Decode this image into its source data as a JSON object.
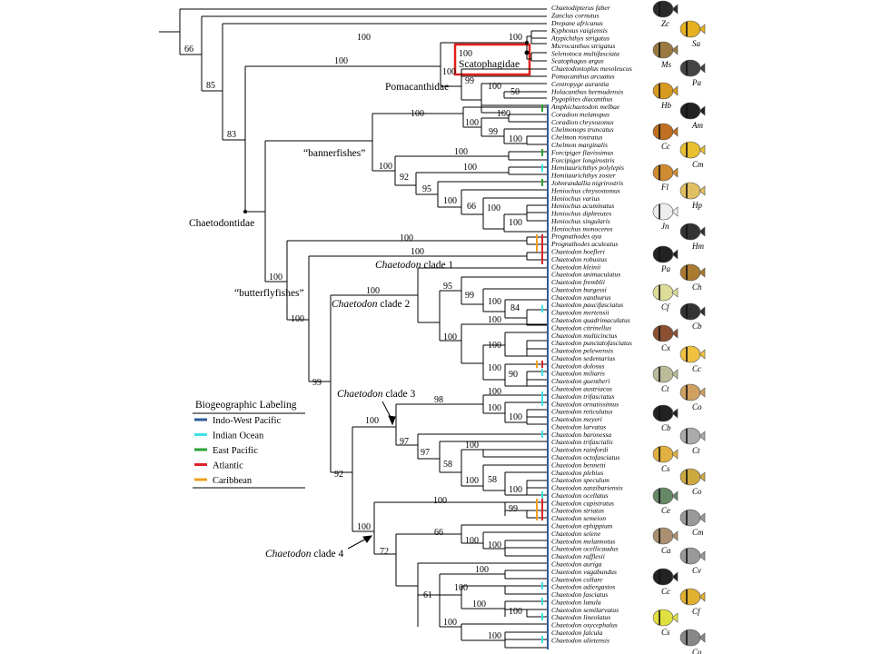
{
  "taxa": [
    "Chaetodipterus faber",
    "Zanclus cornutus",
    "Drepane africanus",
    "Kyphosus vaigiensis",
    "Atypichthys strigatus",
    "Microcanthus strigatus",
    "Selenotoca multifasciata",
    "Scatophagus argus",
    "Chaetodontoplus mesoleucus",
    "Pomacanthus arcuatus",
    "Centropyge aurantia",
    "Holacanthus bermudensis",
    "Pygoplites diacanthus",
    "Amphichaetodon melbae",
    "Coradion melanopus",
    "Coradion chrysozonus",
    "Chelmonops truncatus",
    "Chelmon rostratus",
    "Chelmon marginalis",
    "Forcipiger flavissimus",
    "Forcipiger longirostris",
    "Hemitaurichthys polylepis",
    "Hemitaurichthys zoster",
    "Johnrandallia nigrirostris",
    "Heniochus chrysostomus",
    "Heniochus varius",
    "Heniochus acuminatus",
    "Heniochus diphreutes",
    "Heniochus singularis",
    "Heniochus monoceros",
    "Prognathodes aya",
    "Prognathodes aculeatus",
    "Chaetodon hoefleri",
    "Chaetodon robustus",
    "Chaetodon kleinii",
    "Chaetodon unimaculatus",
    "Chaetodon fremblii",
    "Chaetodon burgessi",
    "Chaetodon xanthurus",
    "Chaetodon paucifasciatus",
    "Chaetodon mertensii",
    "Chaetodon quadrimaculatus",
    "Chaetodon citrinellus",
    "Chaetodon multicinctus",
    "Chaetodon punctatofasciatus",
    "Chaetodon pelewensis",
    "Chaetodon sedentarius",
    "Chaetodon dolosus",
    "Chaetodon miliaris",
    "Chaetodon guentheri",
    "Chaetodon austriacus",
    "Chaetodon trifasciatus",
    "Chaetodon ornatissimus",
    "Chaetodon reticulatus",
    "Chaetodon meyeri",
    "Chaetodon larvatus",
    "Chaetodon baronessa",
    "Chaetodon trifascialis",
    "Chaetodon rainfordi",
    "Chaetodon octofasciatus",
    "Chaetodon bennetti",
    "Chaetodon plebius",
    "Chaetodon speculum",
    "Chaetodon zanzibariensis",
    "Chaetodon ocellatus",
    "Chaetodon capistratus",
    "Chaetodon striatus",
    "Chaetodon semeion",
    "Chaetodon ephippium",
    "Chaetodon selene",
    "Chaetodon melannotus",
    "Chaetodon ocellicaudus",
    "Chaetodon rafflesii",
    "Chaetodon auriga",
    "Chaetodon vagabundus",
    "Chaetodon collare",
    "Chaetodon adiergastos",
    "Chaetodon fasciatus",
    "Chaetodon lunula",
    "Chaetodon semilarvatus",
    "Chaetodon lineolatus",
    "Chaetodon oxycephalus",
    "Chaetodon falcula",
    "Chaetodon ulietensis"
  ],
  "supports": {
    "s66": "66",
    "s85": "85",
    "s83": "83",
    "s100a": "100",
    "s100b": "100",
    "s100c": "100",
    "s100d": "100",
    "s99a": "99",
    "s100e": "100",
    "s50": "50",
    "s100f": "100",
    "s100g": "100",
    "s99b": "99",
    "s100h": "100",
    "s100i": "100",
    "s92a": "92",
    "s100j": "100",
    "s95a": "95",
    "s100k": "100",
    "s66b": "66",
    "s100l": "100",
    "s100m": "100",
    "s100n": "100",
    "s100o": "100",
    "s100p": "100",
    "s100q": "100",
    "s100r": "100",
    "s95b": "95",
    "s99c": "99",
    "s100s": "100",
    "s84": "84",
    "s100t": "100",
    "s100u": "100",
    "s100v": "100",
    "s100w": "100",
    "s100x": "100",
    "s90": "90",
    "s99d": "99",
    "s98": "98",
    "s100y": "100",
    "s100z": "100",
    "s100aa": "100",
    "s97a": "97",
    "s97b": "97",
    "s58a": "58",
    "s100ab": "100",
    "s58b": "58",
    "s100ac": "100",
    "s100ad": "100",
    "s99e": "99",
    "s92b": "92",
    "s100ae": "100",
    "s66c": "66",
    "s100af": "100",
    "s100ag": "100",
    "s72": "72",
    "s100ah": "100",
    "s100ai": "100",
    "s61": "61",
    "s100aj": "100",
    "s100ak": "100",
    "s100al": "100",
    "s100am": "100",
    "s100an": "100",
    "s100ao": "100",
    "s100ap": "100"
  },
  "labels": {
    "scatophagidae": "Scatophagidae",
    "pomacanthidae": "Pomacanthidae",
    "chaetodontidae": "Chaetodontidae",
    "bannerfishes": "“bannerfishes”",
    "butterflyfishes": "“butterflyfishes”",
    "clade1_italic": "Chaetodon",
    "clade1_rest": " clade 1",
    "clade2_italic": "Chaetodon",
    "clade2_rest": " clade 2",
    "clade3_italic": "Chaetodon",
    "clade3_rest": " clade 3",
    "clade4_italic": "Chaetodon",
    "clade4_rest": " clade 4"
  },
  "legend": {
    "title": "Biogeographic Labeling",
    "items": [
      {
        "label": "Indo-West Pacific",
        "color": "#2e5b97"
      },
      {
        "label": "Indian Ocean",
        "color": "#3ee0e6"
      },
      {
        "label": "East Pacific",
        "color": "#2aa334"
      },
      {
        "label": "Atlantic",
        "color": "#d9242a"
      },
      {
        "label": "Caribbean",
        "color": "#f0a020"
      }
    ]
  },
  "fish_abbr": [
    "Zc",
    "Sa",
    "Ms",
    "Pa",
    "Hb",
    "Am",
    "Cc",
    "Cm",
    "Fl",
    "Hp",
    "Jn",
    "Hm",
    "Pa",
    "Ch",
    "Cf",
    "Cb",
    "Cx",
    "Cc",
    "Ct",
    "Co",
    "Cb",
    "Ct",
    "Cs",
    "Co",
    "Ce",
    "Cm",
    "Ca",
    "Cv",
    "Cc",
    "Cf",
    "Cs",
    "Cu"
  ]
}
